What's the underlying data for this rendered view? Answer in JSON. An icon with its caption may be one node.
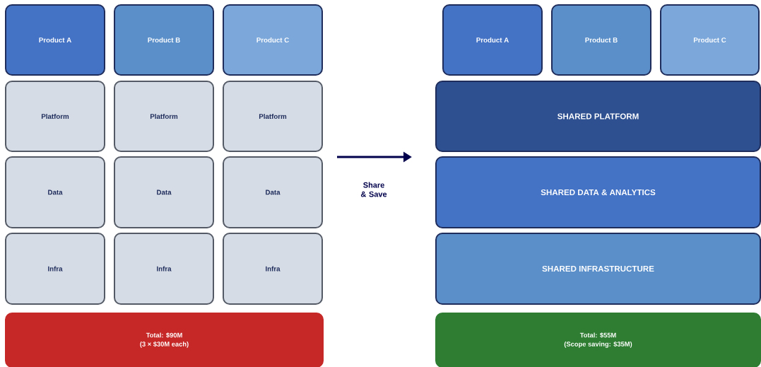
{
  "diagram": {
    "nodes": [
      {
        "text": [
          "Product A"
        ]
      },
      {
        "text": [
          "Product B"
        ]
      },
      {
        "text": [
          "Product C"
        ]
      },
      {
        "text": [
          "Platform"
        ]
      },
      {
        "text": [
          "Platform"
        ]
      },
      {
        "text": [
          "Platform"
        ]
      },
      {
        "text": [
          "Data"
        ]
      },
      {
        "text": [
          "Data"
        ]
      },
      {
        "text": [
          "Data"
        ]
      },
      {
        "text": [
          "Infra"
        ]
      },
      {
        "text": [
          "Infra"
        ]
      },
      {
        "text": [
          "Infra"
        ]
      },
      {
        "text": [
          "Total: $90M",
          "(3 × $30M each)"
        ]
      },
      {
        "text": [
          "Product A"
        ]
      },
      {
        "text": [
          "Product B"
        ]
      },
      {
        "text": [
          "Product C"
        ]
      },
      {
        "text": [
          "SHARED PLATFORM"
        ]
      },
      {
        "text": [
          "SHARED DATA & ANALYTICS"
        ]
      },
      {
        "text": [
          "SHARED INFRASTRUCTURE"
        ]
      },
      {
        "text": [
          "Total: $55M",
          "(Scope saving: $35M)"
        ]
      }
    ],
    "labels": [
      "Share & Save"
    ]
  }
}
